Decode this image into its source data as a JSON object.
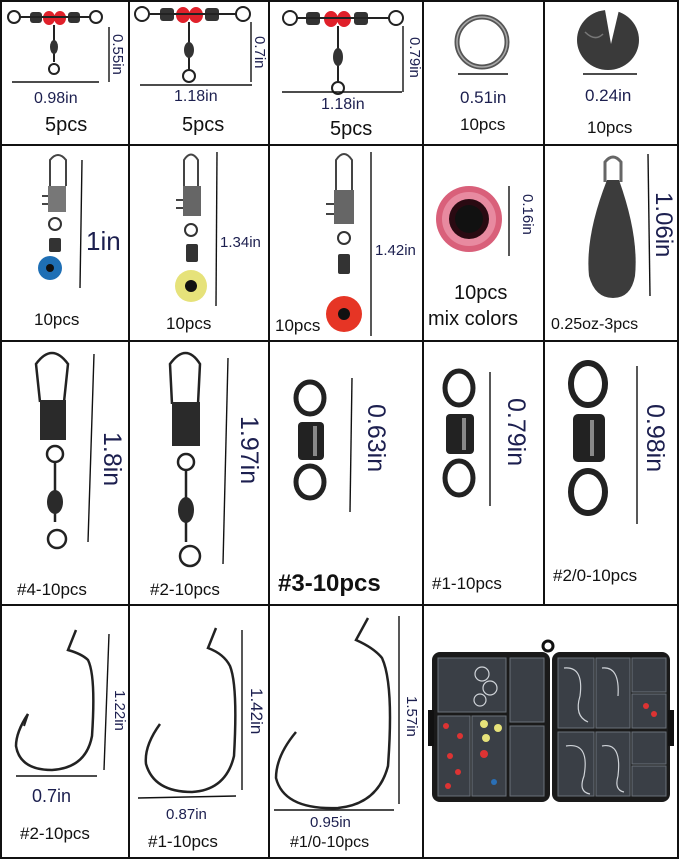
{
  "colors": {
    "grid_line": "#111111",
    "dimension_text": "#1c1f4f",
    "count_text": "#111111",
    "bead_red": "#e0202a",
    "bead_blue": "#1e6fb5",
    "bead_yellow": "#e6e27a",
    "bead_pink": "#d9607a",
    "metal_dark": "#2a2a2a"
  },
  "rows": [
    {
      "cells": [
        {
          "item": "three-way-swivel-small",
          "width_label": "0.98in",
          "height_label": "0.55in",
          "count": "5pcs"
        },
        {
          "item": "three-way-swivel-medium",
          "width_label": "1.18in",
          "height_label": "0.7in",
          "count": "5pcs"
        },
        {
          "item": "three-way-swivel-large",
          "width_label": "1.18in",
          "height_label": "0.79in",
          "count": "5pcs"
        },
        {
          "item": "split-ring",
          "width_label": "0.51in",
          "count": "10pcs"
        },
        {
          "item": "split-shot-sinker",
          "width_label": "0.24in",
          "count": "10pcs"
        }
      ]
    },
    {
      "cells": [
        {
          "item": "snap-swivel-blue-bead",
          "height_label": "1in",
          "count": "10pcs"
        },
        {
          "item": "snap-swivel-yellow-bead",
          "height_label": "1.34in",
          "count": "10pcs"
        },
        {
          "item": "snap-swivel-red-bead",
          "height_label": "1.42in",
          "count": "10pcs"
        },
        {
          "item": "fishing-bead",
          "height_label": "0.16in",
          "count": "10pcs",
          "note": "mix colors"
        },
        {
          "item": "teardrop-sinker",
          "height_label": "1.06in",
          "count": "0.25oz-3pcs"
        }
      ]
    },
    {
      "cells": [
        {
          "item": "interlock-snap-swivel-4",
          "height_label": "1.8in",
          "count": "#4-10pcs"
        },
        {
          "item": "interlock-snap-swivel-2",
          "height_label": "1.97in",
          "count": "#2-10pcs"
        },
        {
          "item": "rolling-swivel-3",
          "height_label": "0.63in",
          "count": "#3-10pcs"
        },
        {
          "item": "rolling-swivel-1",
          "height_label": "0.79in",
          "count": "#1-10pcs"
        },
        {
          "item": "rolling-swivel-2-0",
          "height_label": "0.98in",
          "count": "#2/0-10pcs"
        }
      ]
    },
    {
      "cells": [
        {
          "item": "worm-hook-2",
          "width_label": "0.7in",
          "height_label": "1.22in",
          "count": "#2-10pcs"
        },
        {
          "item": "worm-hook-1",
          "width_label": "0.87in",
          "height_label": "1.42in",
          "count": "#1-10pcs"
        },
        {
          "item": "worm-hook-1-0",
          "width_label": "0.95in",
          "height_label": "1.57in",
          "count": "#1/0-10pcs"
        },
        {
          "item": "tackle-box-with-contents"
        }
      ]
    }
  ]
}
